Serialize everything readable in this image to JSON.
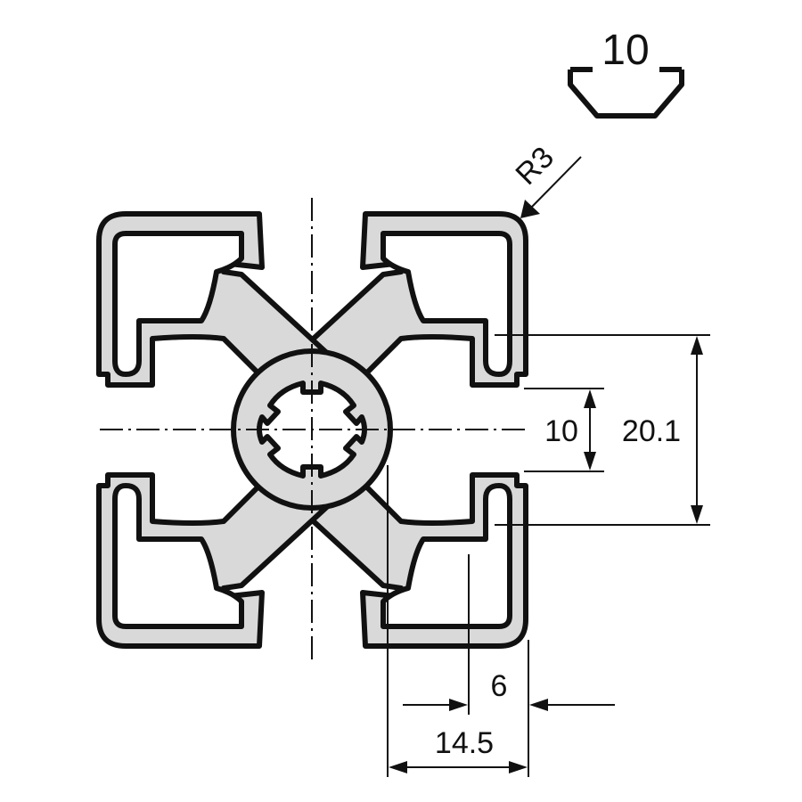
{
  "dimensions": {
    "slot_width": "10",
    "corner_radius": "R3",
    "slot_opening": "10",
    "slot_center_distance": "20.1",
    "wall_offset": "6",
    "slot_edge_offset": "14.5"
  },
  "colors": {
    "profile_fill": "#d9d9d9",
    "outline": "#111111",
    "background": "#ffffff"
  }
}
